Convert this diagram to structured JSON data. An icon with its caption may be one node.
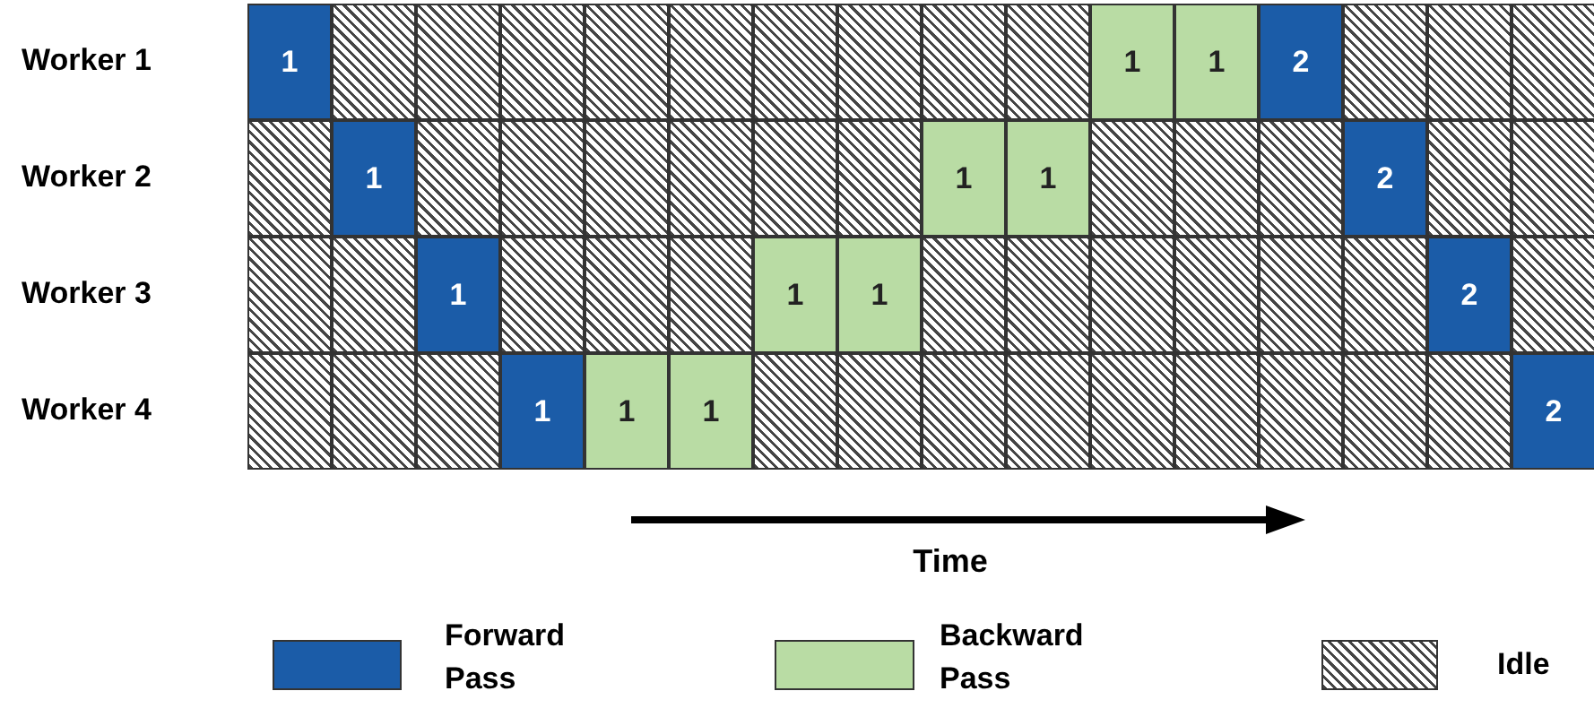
{
  "diagram": {
    "labels": [
      "Worker 1",
      "1",
      "1",
      "1",
      "2",
      "Worker 2",
      "1",
      "1",
      "1",
      "2",
      "Worker 3",
      "1",
      "1",
      "1",
      "2",
      "Worker 4",
      "1",
      "1",
      "1",
      "2",
      "Time"
    ],
    "legend": [
      {
        "text": "Forward Pass",
        "color": "#1b5ca8"
      },
      {
        "text": "Backward Pass",
        "color": "#b9dca4"
      },
      {
        "text": "Idle"
      }
    ]
  }
}
